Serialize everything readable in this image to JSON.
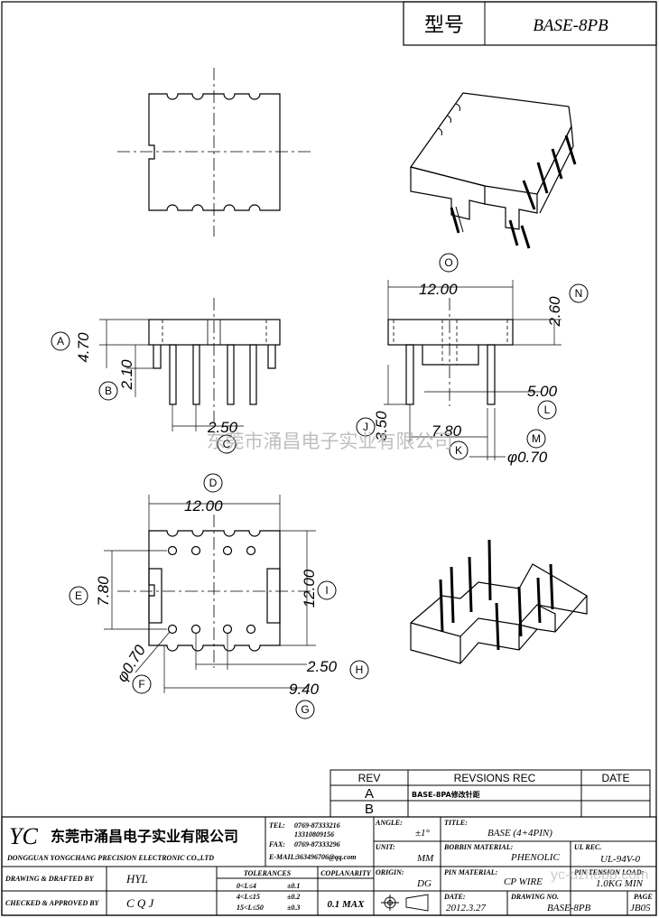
{
  "header": {
    "model_label": "型号",
    "model_value": "BASE-8PB"
  },
  "dimensions": {
    "height_total": "4.70",
    "height_lower": "2.10",
    "pin_pitch_front": "2.50",
    "width_top": "12.00",
    "thickness_top": "2.60",
    "pin_offset": "5.00",
    "pin_length": "3.50",
    "row_spacing": "7.80",
    "pin_diameter_side": "φ0.70",
    "width_bottom": "12.00",
    "row_spacing_bottom": "7.80",
    "depth_bottom": "12.00",
    "hole_diameter": "φ0.70",
    "pin_pitch_bottom": "2.50",
    "overall_bottom": "9.40"
  },
  "balloons": [
    "A",
    "B",
    "C",
    "O",
    "N",
    "L",
    "J",
    "K",
    "M",
    "D",
    "E",
    "I",
    "F",
    "H",
    "G"
  ],
  "watermark": "东莞市涌昌电子实业有限公司",
  "watermark2": "yc-dzhobb.com",
  "revisions": {
    "headers": [
      "REV",
      "REVSIONS REC",
      "DATE"
    ],
    "rows": [
      {
        "rev": "A",
        "rec": "BASE-8PA修改针距",
        "date": ""
      },
      {
        "rev": "B",
        "rec": "",
        "date": ""
      }
    ]
  },
  "title_block": {
    "logo": "YC",
    "company_cn": "东莞市涌昌电子实业有限公司",
    "company_en": "DONGGUAN YONGCHANG PRECISION ELECTRONIC CO.,LTD",
    "tel_label": "TEL:",
    "tel_value": "0769-87333216",
    "tel_value2": "13310809156",
    "fax_label": "FAX:",
    "fax_value": "0769-87333296",
    "email_label": "E-MAIL:",
    "email_value": "363496706@qq.com",
    "angle_label": "ANGLE:",
    "angle_value": "±1°",
    "unit_label": "UNIT:",
    "unit_value": "MM",
    "origin_label": "ORIGIN:",
    "origin_value": "DG",
    "title_label": "TITLE:",
    "title_value": "BASE (4+4PIN)",
    "bobbin_label": "BOBBIN MATERIAL:",
    "bobbin_value": "PHENOLIC",
    "ul_label": "UL REC.",
    "ul_value": "UL-94V-0",
    "pin_material_label": "PIN MATERIAL:",
    "pin_material_value": "CP WIRE",
    "pin_tension_label": "PIN TENSION LOAD:",
    "pin_tension_value": "1.0KG MIN",
    "drawn_label": "DRAWING & DRAFTED BY",
    "drawn_value": "HYL",
    "checked_label": "CHECKED & APPROVED BY",
    "checked_value": "C Q J",
    "tolerances_label": "TOLERANCES",
    "tol_rows": [
      {
        "range": "0<L≤4",
        "tol": "±0.1"
      },
      {
        "range": "4<L≤15",
        "tol": "±0.2"
      },
      {
        "range": "15<L≤50",
        "tol": "±0.3"
      }
    ],
    "coplanarity_label": "COPLANARITY",
    "coplanarity_value": "0.1 MAX",
    "date_label": "DATE:",
    "date_value": "2012.3.27",
    "drawing_no_label": "DRAWING NO.",
    "drawing_no_value": "BASE-8PB",
    "page_label": "PAGE",
    "page_value": "JB05"
  }
}
